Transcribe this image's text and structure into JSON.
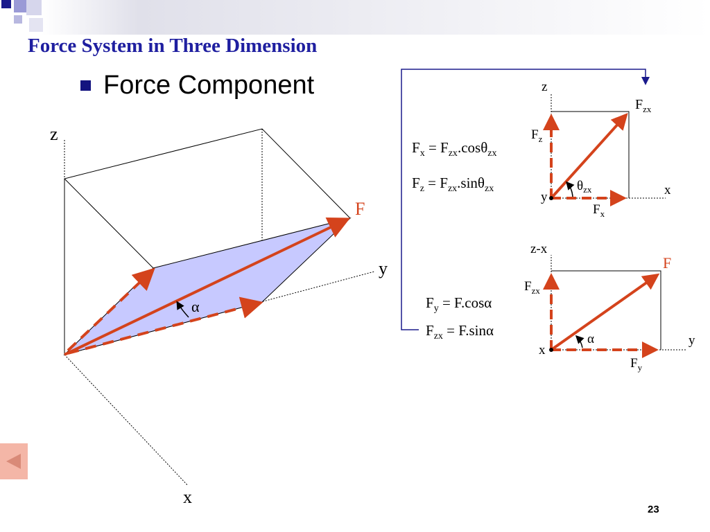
{
  "slide": {
    "title": "Force System in Three Dimension",
    "bullet": "Force Component",
    "page_number": "23"
  },
  "nav": {
    "prev_icon": "triangle-left-icon"
  },
  "colors": {
    "title": "#1f1fa0",
    "force": "#d4431c",
    "plane_fill": "#c7c9ff",
    "bracket": "#1a1a8c",
    "prev_button": "#f4b6a7"
  },
  "diagram3d": {
    "axis_z": "z",
    "axis_y": "y",
    "axis_x": "x",
    "force": "F",
    "angle": "α"
  },
  "diagram_zx": {
    "axis_z": "z",
    "axis_x": "x",
    "origin_label": "y",
    "result": {
      "main": "F",
      "sub": "zx"
    },
    "vert": {
      "main": "F",
      "sub": "z"
    },
    "horiz": {
      "main": "F",
      "sub": "x"
    },
    "angle": {
      "main": "θ",
      "sub": "zx"
    },
    "eq1": {
      "lhs_main": "F",
      "lhs_sub": "x",
      "rhs_main": "F",
      "rhs_sub": "zx",
      "func": ".cos",
      "ang_main": "θ",
      "ang_sub": "zx"
    },
    "eq2": {
      "lhs_main": "F",
      "lhs_sub": "z",
      "rhs_main": "F",
      "rhs_sub": "zx",
      "func": ".sin",
      "ang_main": "θ",
      "ang_sub": "zx"
    }
  },
  "diagram_zxy": {
    "axis_up": "z-x",
    "axis_y": "y",
    "origin_label": "x",
    "result": "F",
    "vert": {
      "main": "F",
      "sub": "zx"
    },
    "horiz": {
      "main": "F",
      "sub": "y"
    },
    "angle": "α",
    "eq1": {
      "lhs_main": "F",
      "lhs_sub": "y",
      "rhs": "F.cos",
      "ang": "α"
    },
    "eq2": {
      "lhs_main": "F",
      "lhs_sub": "zx",
      "rhs": "F.sin",
      "ang": "α"
    }
  }
}
